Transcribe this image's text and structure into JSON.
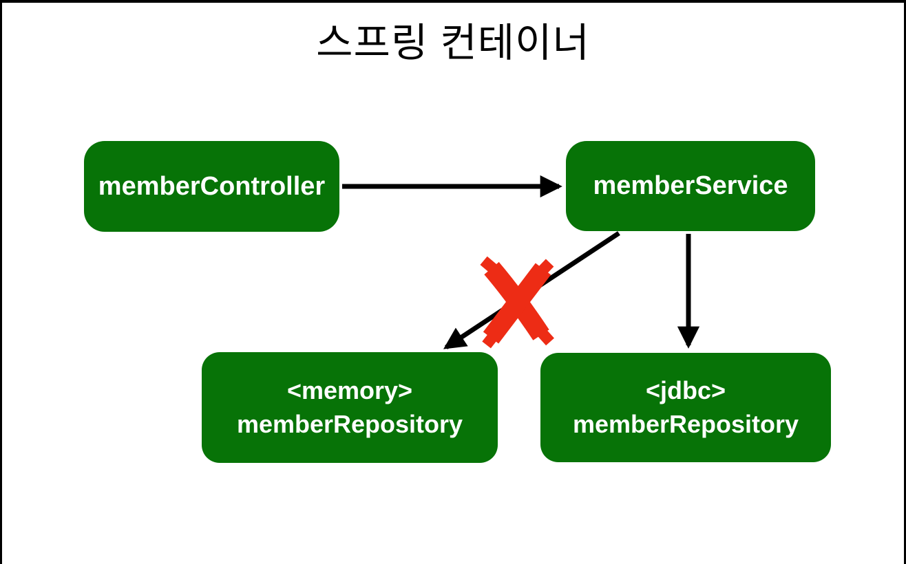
{
  "title": "스프링 컨테이너",
  "colors": {
    "background": "#ffffff",
    "frame_border": "#000000",
    "box_green": "#077307",
    "box_text": "#ffffff",
    "arrow_black": "#000000",
    "cross_red": "#ed2c15"
  },
  "nodes": {
    "controller": {
      "label": "memberController"
    },
    "service": {
      "label": "memberService"
    },
    "memory_repository": {
      "line1": "<memory>",
      "line2": "memberRepository"
    },
    "jdbc_repository": {
      "line1": "<jdbc>",
      "line2": "memberRepository"
    }
  },
  "edges": [
    {
      "from": "memberController",
      "to": "memberService",
      "crossed_out": false
    },
    {
      "from": "memberService",
      "to": "<memory> memberRepository",
      "crossed_out": true
    },
    {
      "from": "memberService",
      "to": "<jdbc> memberRepository",
      "crossed_out": false
    }
  ]
}
